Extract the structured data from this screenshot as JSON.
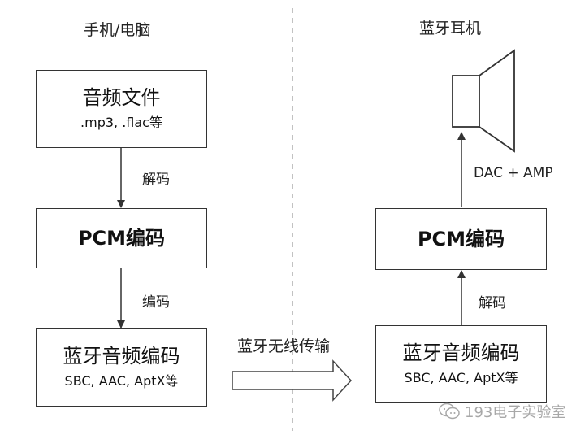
{
  "left_column": {
    "title": "手机/电脑",
    "audio_file": {
      "main": "音频文件",
      "sub": ".mp3, .flac等"
    },
    "decode_label": "解码",
    "pcm": {
      "main": "PCM编码"
    },
    "encode_label": "编码",
    "bt_codec": {
      "main": "蓝牙音频编码",
      "sub": "SBC, AAC, AptX等"
    }
  },
  "transfer": {
    "label": "蓝牙无线传输"
  },
  "right_column": {
    "title": "蓝牙耳机",
    "bt_codec": {
      "main": "蓝牙音频编码",
      "sub": "SBC, AAC, AptX等"
    },
    "decode_label": "解码",
    "pcm": {
      "main": "PCM编码"
    },
    "dac_label": "DAC + AMP"
  },
  "watermark": {
    "text": "193电子实验室",
    "icon": "wechat-icon"
  },
  "colors": {
    "stroke": "#333333",
    "divider": "#999999",
    "watermark": "#9a9a9a"
  }
}
